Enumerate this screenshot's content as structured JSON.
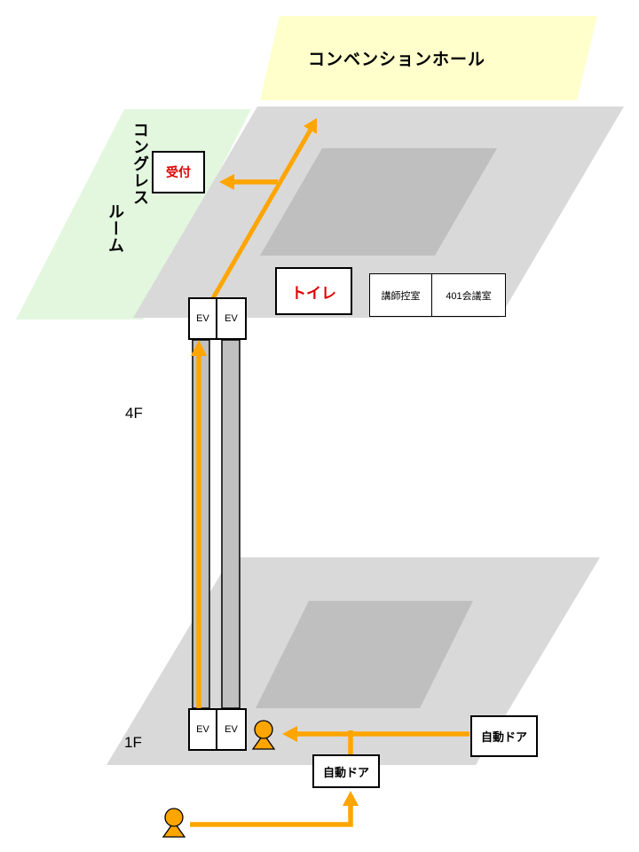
{
  "diagram": {
    "convention_hall": "コンベンションホール",
    "congress_room_line1": "コングレス",
    "congress_room_line2": "ルーム",
    "reception": "受付",
    "toilet": "トイレ",
    "speaker_room": "講師控室",
    "meeting_room_401": "401会議室",
    "elevator": "EV",
    "auto_door": "自動ドア",
    "floor_4": "4F",
    "floor_1": "1F"
  },
  "colors": {
    "hall_fill": "#FFFFCC",
    "congress_fill": "#E3F7DF",
    "floor_fill": "#D9D9D9",
    "inner_fill": "#BFBFBF",
    "shaft_fill": "#C0C0C0",
    "route_orange": "#FFA500",
    "highlight_red": "#DD0000"
  }
}
